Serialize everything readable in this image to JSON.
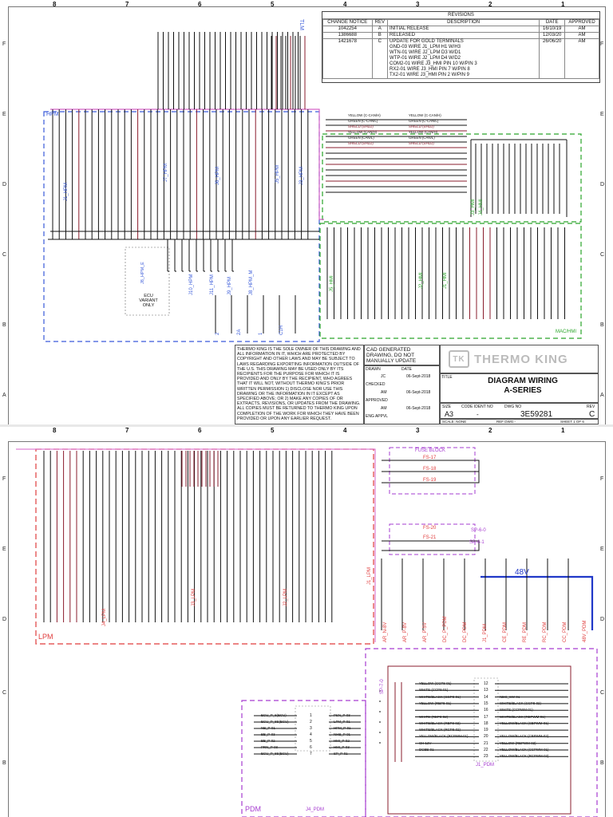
{
  "zones_top": [
    "8",
    "7",
    "6",
    "5",
    "4",
    "3",
    "2",
    "1"
  ],
  "rows": [
    "F",
    "E",
    "D",
    "C",
    "B",
    "A"
  ],
  "revisions": {
    "title": "REVISIONS",
    "headers": [
      "CHANGE NOTICE",
      "REV",
      "DESCRIPTION",
      "DATE",
      "APPROVED"
    ],
    "rows": [
      {
        "cn": "1042254",
        "rev": "A",
        "desc": "INITIAL RELEASE",
        "date": "16/10/19",
        "appr": "AM"
      },
      {
        "cn": "1386688",
        "rev": "B",
        "desc": "RELEASED",
        "date": "12/03/20",
        "appr": "AM"
      },
      {
        "cn": "1421678",
        "rev": "C",
        "desc": "UPDATE FOR GOLD TERMINALS\nGND-03 WIRE J1_LPM H1 W/H3\nWTN-01 WIRE J2_LPM D3 W/D1\nWTP-01 WIRE J2_LPM D4 W/D2\nCOM2-01 WIRE J3_HMI PIN 10 W/PIN 3\nRX2-01 WIRE J3_HMI PIN 7 W/PIN 8\nTX2-01 WIRE J3_HMI PIN 2 W/PIN 9",
        "date": "26/06/20",
        "appr": "AM"
      }
    ]
  },
  "notice": "THERMO KING IS THE SOLE OWNER OF THIS DRAWING AND ALL INFORMATION IN IT, WHICH ARE PROTECTED BY COPYRIGHT AND OTHER LAWS AND MAY BE SUBJECT TO LAWS REGARDING EXPORTING INFORMATION OUTSIDE OF THE U.S. THIS DRAWING MAY BE USED ONLY BY ITS RECIPIENTS FOR THE PURPOSE FOR WHICH IT IS PROVIDED AND ONLY BY THE RECIPIENT, WHO AGREES THAT IT WILL NOT, WITHOUT THERMO KING'S PRIOR WRITTEN PERMISSION 1) DISCLOSE NOR USE THIS DRAWING OR THE INFORMATION IN IT EXCEPT AS SPECIFIED ABOVE; OR 2) MAKE ANY COPIES OF OR EXTRACTS, REVISIONS, OR UPDATES FROM THE DRAWING. ALL COPIES MUST BE RETURNED TO THERMO KING UPON COMPLETION OF THE WORK FOR WHICH THEY HAVE BEEN PROVIDED OR UPON ANY EARLIER REQUEST.",
  "cad": "CAD GENERATED DRAWING, DO NOT MANUALLY UPDATE",
  "title_block": {
    "drawn_label": "DRAWN",
    "date_label": "DATE",
    "drawn_by": "JC",
    "drawn_date": "06-Sept-2018",
    "checked_label": "CHECKED",
    "checked_by": "AM",
    "checked_date": "06-Sept-2018",
    "approved_label": "APPROVED",
    "approved_by": "AM",
    "approved_date": "06-Sept-2018",
    "eng_appvl": "ENG APPVL",
    "title_label": "TITLE",
    "title1": "DIAGRAM WIRING",
    "title2": "A-SERIES",
    "size_label": "SIZE",
    "size": "A3",
    "code_label": "CODE IDENT NO",
    "code": "-",
    "dwg_label": "DWG NO",
    "dwg": "3E59281",
    "rev_label": "REV",
    "rev": "C",
    "scale": "SCALE: NONE",
    "ref_dwg": "REF DWG:-",
    "sheet": "SHEET 1 OF 6"
  },
  "logo_text": "THERMO KING",
  "logo_mark": "TK",
  "regions": {
    "hpm": "HPM",
    "tlm": "TLM",
    "mac_hmi": "MAC/HMI",
    "ecu": "ECU\nVARIANT\nONLY",
    "j8_hpm_e": "J8_HPM_E",
    "lpm": "LPM",
    "fuse_block": "FUSE BLOCK",
    "v48": "48V",
    "pdm": "PDM",
    "j4_pdm": "J4_PDM",
    "j1_pdm": "J1_PDM"
  },
  "hpm_connectors": [
    "J1_HPM",
    "J7_HPM",
    "J6_HPM",
    "J5_HPM",
    "J3_HPM"
  ],
  "hpm_lower_connectors": [
    "J10_HPM",
    "J11_HPM",
    "J9_HPM",
    "J8_HPM_M",
    "2",
    "2A",
    "1",
    "C1H"
  ],
  "hmi_connectors": [
    "J5_HMI",
    "J2_HMI",
    "J1_HMI",
    "J3_HMI",
    "J4_HMI"
  ],
  "bus_wires": [
    "YELLOW (C-CAN/H)",
    "GREEN (C-CAN/L)",
    "SHIELD (SHLD)",
    "YELLOW (CAN/H)",
    "GREEN (CAN/L)",
    "SHIELD (SHLD)"
  ],
  "fuses": [
    "FS-17",
    "FS-18",
    "FS-19",
    "FS-20",
    "FS-21"
  ],
  "splices": [
    "SP-6-0",
    "SP-6-1",
    "SP-7-0"
  ],
  "lpm_connectors": [
    "J4_LPM",
    "J3_LPM",
    "J2_LPM",
    "J1_LPM"
  ],
  "aux_connectors": [
    "AR_N-8V",
    "AR_P-8V",
    "AR_P-5V",
    "DC_P_PDM",
    "DC_PDM",
    "J1_PDM",
    "CE_PDM",
    "RE_PDM",
    "RC_PDM",
    "CC_PDM",
    "48V_PDM"
  ],
  "j1_pdm_wires": [
    {
      "pin": "12",
      "left": "YELLOW (CCP8-01)",
      "right": ""
    },
    {
      "pin": "13",
      "left": "WHITE (CCP8-01)",
      "right": ""
    },
    {
      "pin": "14",
      "left": "WHITE/BLACK (CCP8-01)",
      "right": "NEG_SW-01"
    },
    {
      "pin": "15",
      "left": "YELLOW (REP8-01)",
      "right": "WHITE/BLACK (CCP8-02)"
    },
    {
      "pin": "16",
      "left": "",
      "right": "WHITE (CCPWM-01)"
    },
    {
      "pin": "17",
      "left": "WHITE (REP8-02)",
      "right": "WHITE/BLACK (REPWM-01)"
    },
    {
      "pin": "18",
      "left": "WHITE/BLACK (REP8-02)",
      "right": "YELLOW/BLACK (CBPWM-01)"
    },
    {
      "pin": "19",
      "left": "WHITE/BLACK (RCP8-02)",
      "right": ""
    },
    {
      "pin": "20",
      "left": "YELLOW/BLACK (RCPWM-01)",
      "right": "YELLOW/BLACK (CBPWM-02)"
    },
    {
      "pin": "21",
      "left": "CH 12V",
      "right": "YELLOW (REPWM-02)"
    },
    {
      "pin": "22",
      "left": "DCBB-01",
      "right": "YELLOW/BLACK (CCPWM-01)"
    },
    {
      "pin": "23",
      "left": "",
      "right": "YELLOW/BLACK (RCPWM-02)"
    }
  ],
  "j4_pdm_wires": [
    {
      "pin": "1",
      "left": "ECU_P_6(ECU)",
      "right": "PSN_P-03"
    },
    {
      "pin": "2",
      "left": "ECU_P_8S(ECU)",
      "right": "LPM_P-01"
    },
    {
      "pin": "3",
      "left": "NB_P-01",
      "right": "HPM_P-01"
    },
    {
      "pin": "4",
      "left": "BB_P-03",
      "right": "NHB_P-01"
    },
    {
      "pin": "5",
      "left": "BB_P-02",
      "right": "HMI_P-02"
    },
    {
      "pin": "6",
      "left": "PRN_P-03",
      "right": "HMI_P-03"
    },
    {
      "pin": "7",
      "left": "ECU_P_8S(ECU)",
      "right": "SP_P-01"
    }
  ],
  "colors": {
    "hpm": "#3a5bd9",
    "mac": "#2aa52a",
    "lpm": "#e03c3c",
    "pdm": "#a63cd0",
    "wire": "#111111",
    "wire_red": "#8a1c2c",
    "wire_pink": "#d463c8",
    "v48": "#2038c8"
  }
}
